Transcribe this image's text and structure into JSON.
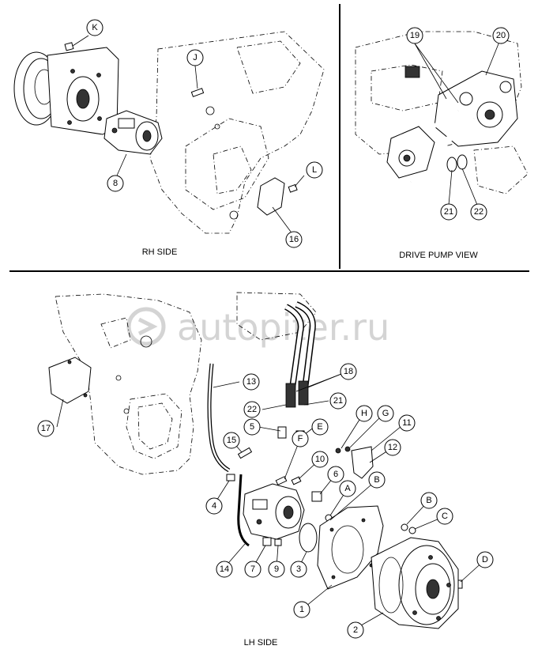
{
  "panels": {
    "rh_side": {
      "title": "RH SIDE"
    },
    "drive_pump_view": {
      "title": "DRIVE PUMP VIEW"
    },
    "lh_side": {
      "title": "LH SIDE"
    }
  },
  "watermark": "autopiter.ru",
  "callouts": {
    "rh": [
      "K",
      "J",
      "8",
      "L",
      "16"
    ],
    "pump": [
      "19",
      "20",
      "21",
      "22"
    ],
    "lh": [
      "18",
      "22",
      "21",
      "13",
      "17",
      "5",
      "E",
      "H",
      "G",
      "11",
      "15",
      "F",
      "12",
      "10",
      "4",
      "6",
      "A",
      "B",
      "B",
      "C",
      "14",
      "7",
      "9",
      "3",
      "D",
      "1",
      "2"
    ]
  }
}
